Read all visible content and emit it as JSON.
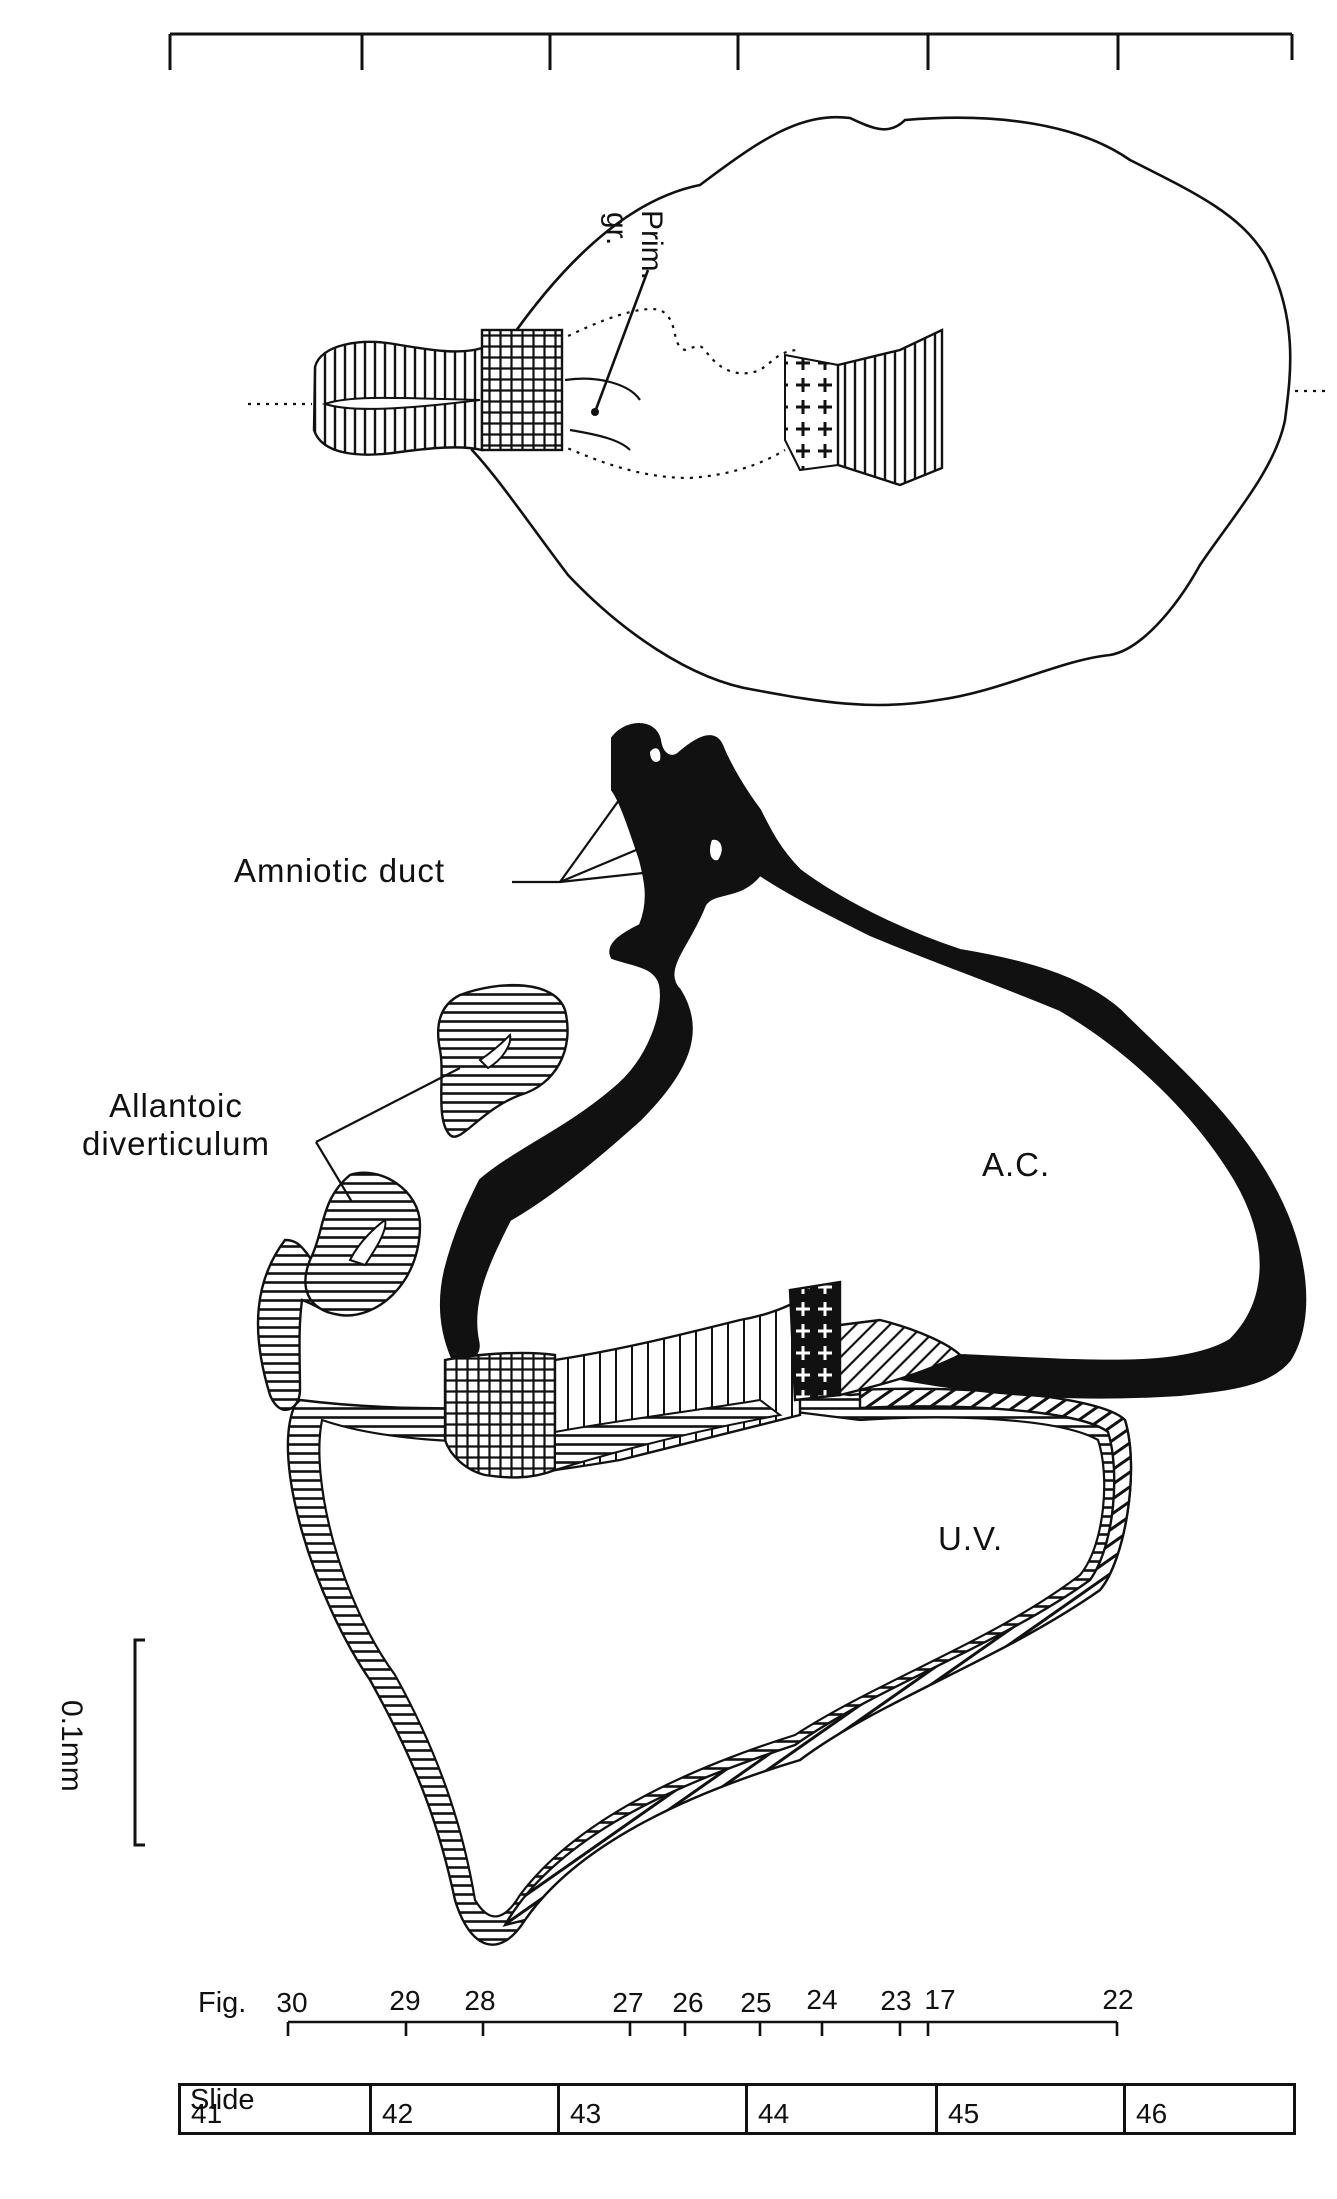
{
  "labels": {
    "prim": "Prim.",
    "gr": "gr.",
    "amniotic_duct": "Amniotic duct",
    "allantoic_line1": "Allantoic",
    "allantoic_line2": "diverticulum",
    "ac": "A.C.",
    "uv": "U.V.",
    "scale_bar": "0.1mm"
  },
  "fig_axis": {
    "prefix": "Fig.",
    "ticks": [
      "30",
      "29",
      "28",
      "27",
      "26",
      "25",
      "24",
      "23",
      "17",
      "22"
    ]
  },
  "slide_axis": {
    "title": "Slide",
    "slides": [
      "41",
      "42",
      "43",
      "44",
      "45",
      "46"
    ]
  },
  "colors": {
    "ink": "#111111",
    "background": "#ffffff"
  }
}
